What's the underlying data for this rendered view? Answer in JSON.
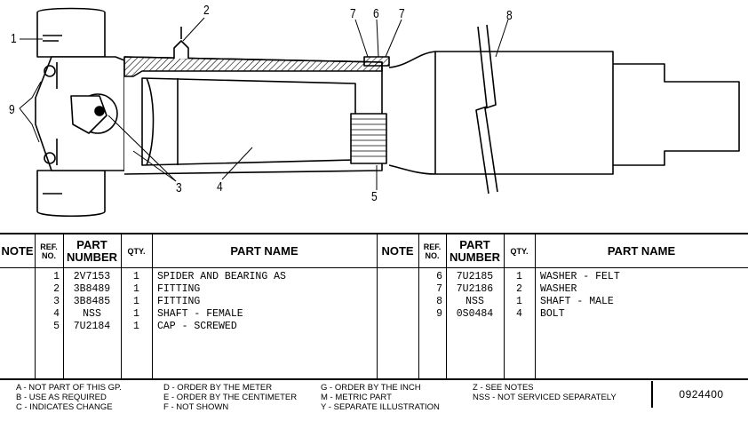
{
  "callouts": [
    "1",
    "2",
    "3",
    "4",
    "5",
    "6",
    "7",
    "7",
    "8",
    "9"
  ],
  "table": {
    "headers": {
      "note": "NOTE",
      "ref_no": "REF. NO.",
      "part_number": "PART NUMBER",
      "qty": "QTY.",
      "part_name": "PART NAME"
    },
    "left_rows": [
      {
        "ref": "1",
        "part": "2V7153",
        "qty": "1",
        "name": "SPIDER AND BEARING AS"
      },
      {
        "ref": "2",
        "part": "3B8489",
        "qty": "1",
        "name": "FITTING"
      },
      {
        "ref": "3",
        "part": "3B8485",
        "qty": "1",
        "name": "FITTING"
      },
      {
        "ref": "4",
        "part": "NSS",
        "qty": "1",
        "name": "SHAFT - FEMALE"
      },
      {
        "ref": "5",
        "part": "7U2184",
        "qty": "1",
        "name": "CAP - SCREWED"
      }
    ],
    "right_rows": [
      {
        "ref": "6",
        "part": "7U2185",
        "qty": "1",
        "name": "WASHER - FELT"
      },
      {
        "ref": "7",
        "part": "7U2186",
        "qty": "2",
        "name": "WASHER"
      },
      {
        "ref": "8",
        "part": "NSS",
        "qty": "1",
        "name": "SHAFT - MALE"
      },
      {
        "ref": "9",
        "part": "0S0484",
        "qty": "4",
        "name": "BOLT"
      }
    ]
  },
  "legend": [
    "A - NOT PART OF THIS GP.",
    "B - USE AS REQUIRED",
    "C - INDICATES CHANGE",
    "D - ORDER BY THE METER",
    "E - ORDER BY THE CENTIMETER",
    "F - NOT SHOWN",
    "G - ORDER BY THE INCH",
    "M - METRIC PART",
    "Y - SEPARATE ILLUSTRATION",
    "Z - SEE NOTES",
    "NSS - NOT SERVICED SEPARATELY"
  ],
  "document_number": "0924400"
}
